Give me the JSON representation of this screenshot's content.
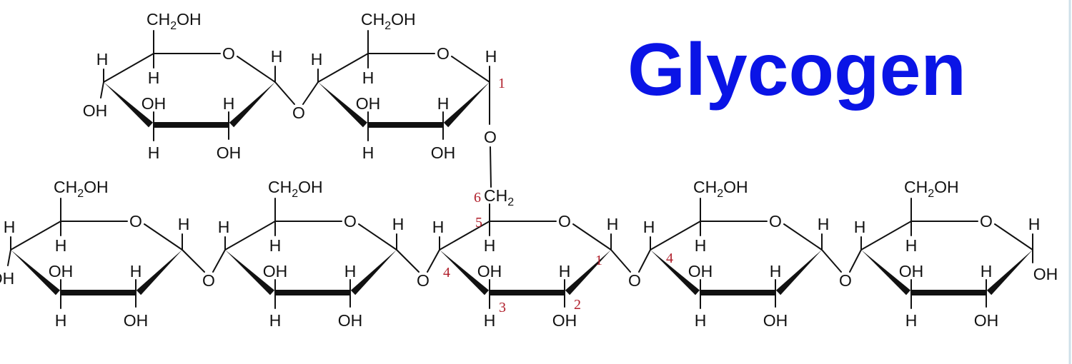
{
  "title": "Glycogen",
  "colors": {
    "title": "#0a14e6",
    "atoms": "#111111",
    "position_numbers": "#b01e2a",
    "background": "#ffffff"
  },
  "diagram": {
    "structure": "glycogen branch: two glucose units joined 1→6 onto a five-unit 1→4 glucose chain",
    "labels": {
      "ch2oh": "CH2OH",
      "ring_o": "O",
      "linkage_o": "O",
      "h": "H",
      "oh": "OH",
      "ch2": "CH2"
    },
    "position_numbers": [
      "1",
      "6",
      "5",
      "4",
      "1",
      "3",
      "2",
      "4"
    ]
  }
}
